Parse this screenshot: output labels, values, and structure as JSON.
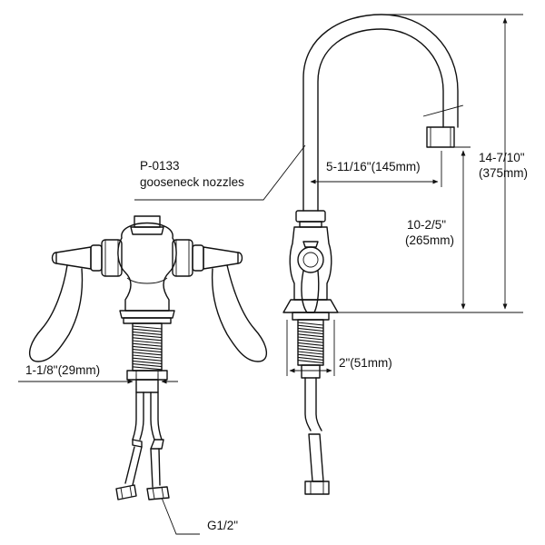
{
  "labels": {
    "part_number": "P-0133",
    "part_description": "gooseneck nozzles",
    "spout_reach": "5-11/16\"(145mm)",
    "total_height_in": "14-7/10\"",
    "total_height_mm": "(375mm)",
    "spout_height_in": "10-2/5\"",
    "spout_height_mm": "(265mm)",
    "handle_offset": "1-1/8\"(29mm)",
    "shank_width": "2\"(51mm)",
    "thread_size": "G1/2\""
  }
}
